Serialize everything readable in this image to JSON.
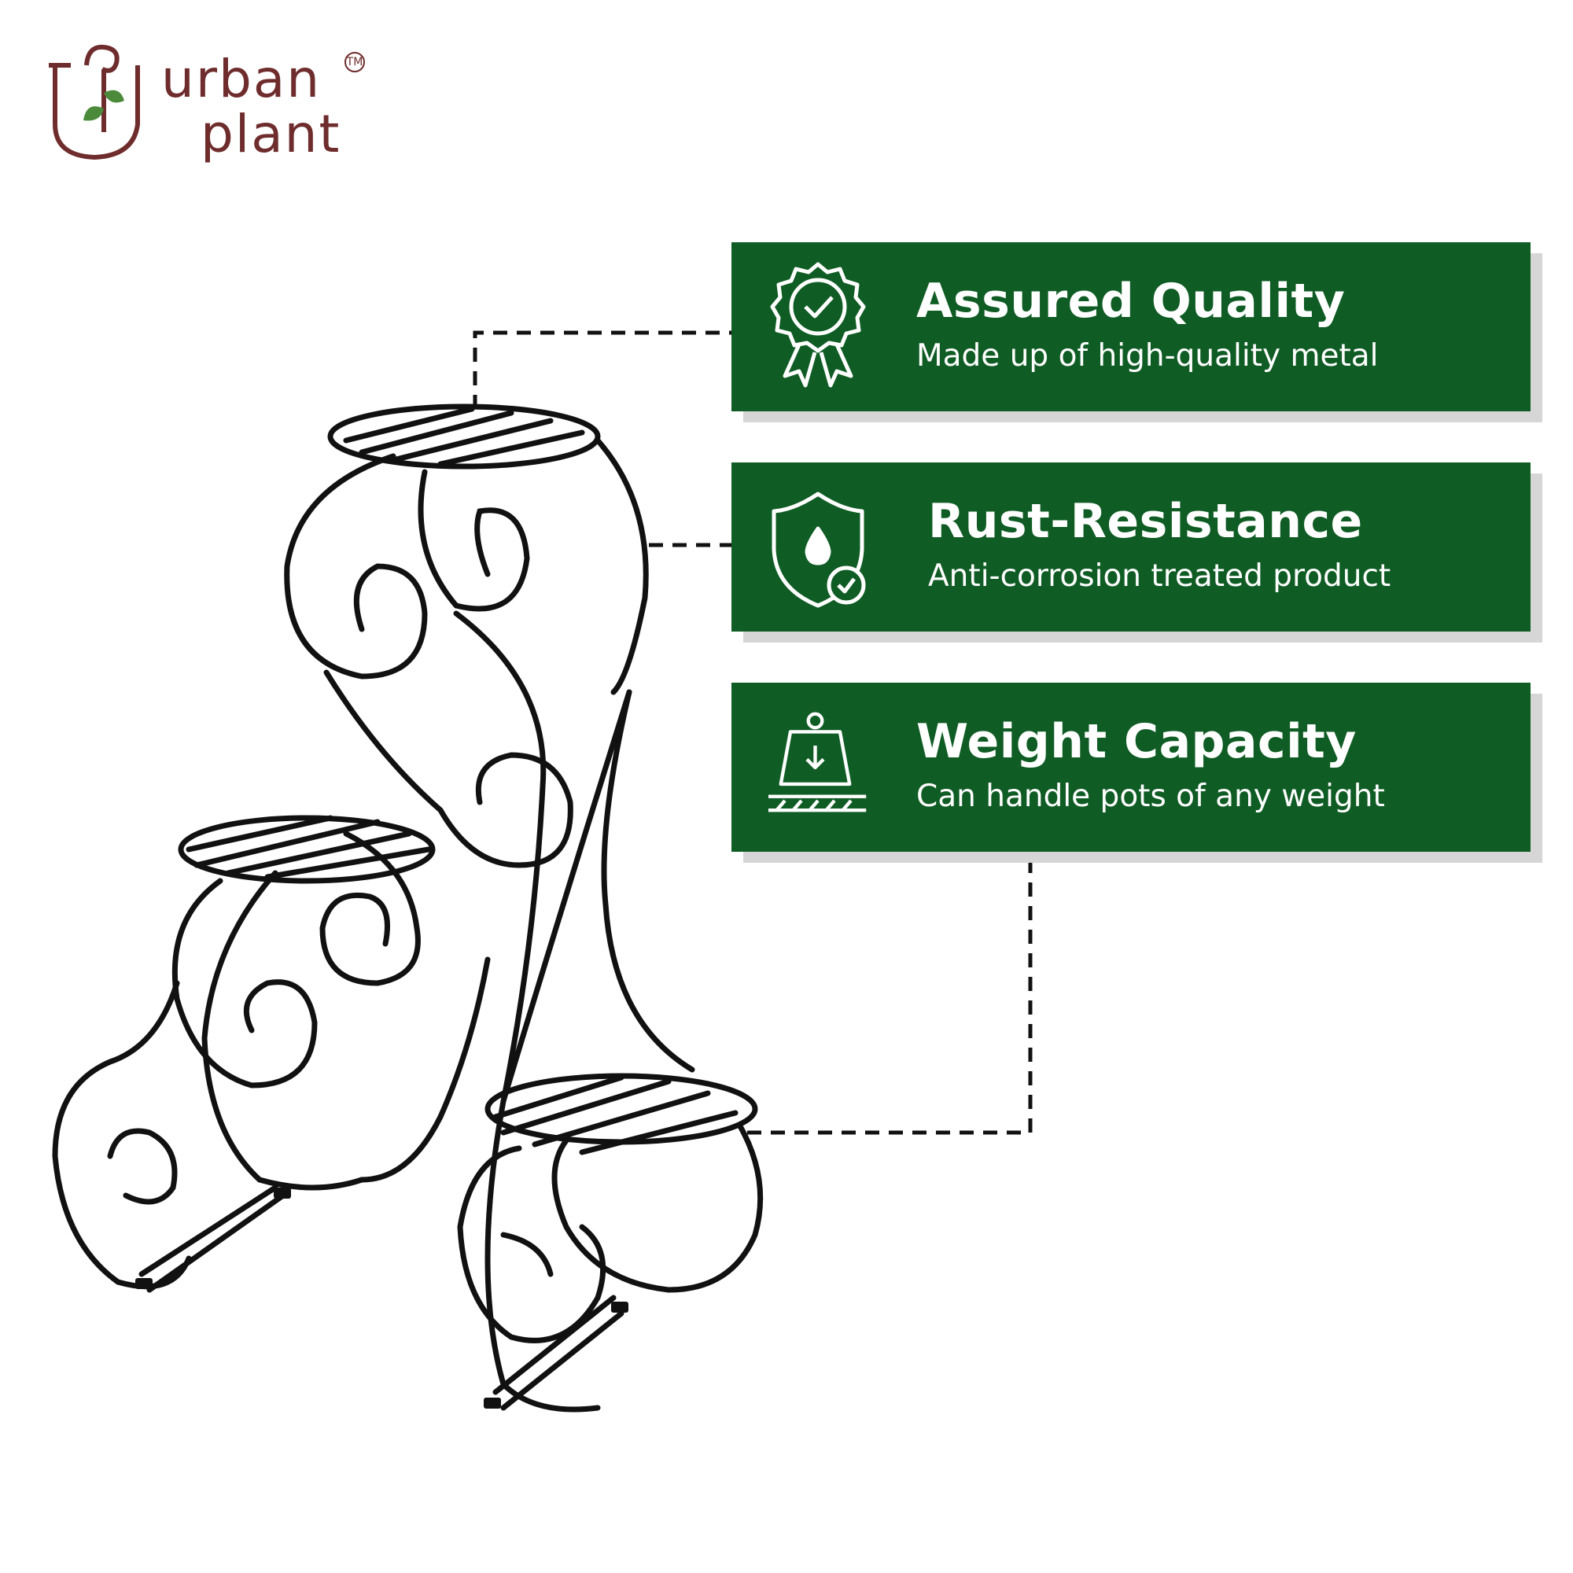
{
  "brand": {
    "line1": "urban",
    "line2": "plant",
    "trademark": "TM",
    "color": "#6e2c2c",
    "leaf_color": "#4a8a3a"
  },
  "features": [
    {
      "icon": "quality-badge-icon",
      "title": "Assured Quality",
      "subtitle": "Made up of high-quality metal"
    },
    {
      "icon": "shield-water-drop-icon",
      "title": "Rust-Resistance",
      "subtitle": "Anti-corrosion treated product"
    },
    {
      "icon": "weight-scale-icon",
      "title": "Weight Capacity",
      "subtitle": "Can handle pots of any weight"
    }
  ],
  "colors": {
    "card_bg": "#0f5c24",
    "card_text": "#ffffff",
    "card_shadow": "#d6d6d6",
    "product_metal": "#111111"
  },
  "product": {
    "icon": "three-tier-plant-stand-image"
  }
}
